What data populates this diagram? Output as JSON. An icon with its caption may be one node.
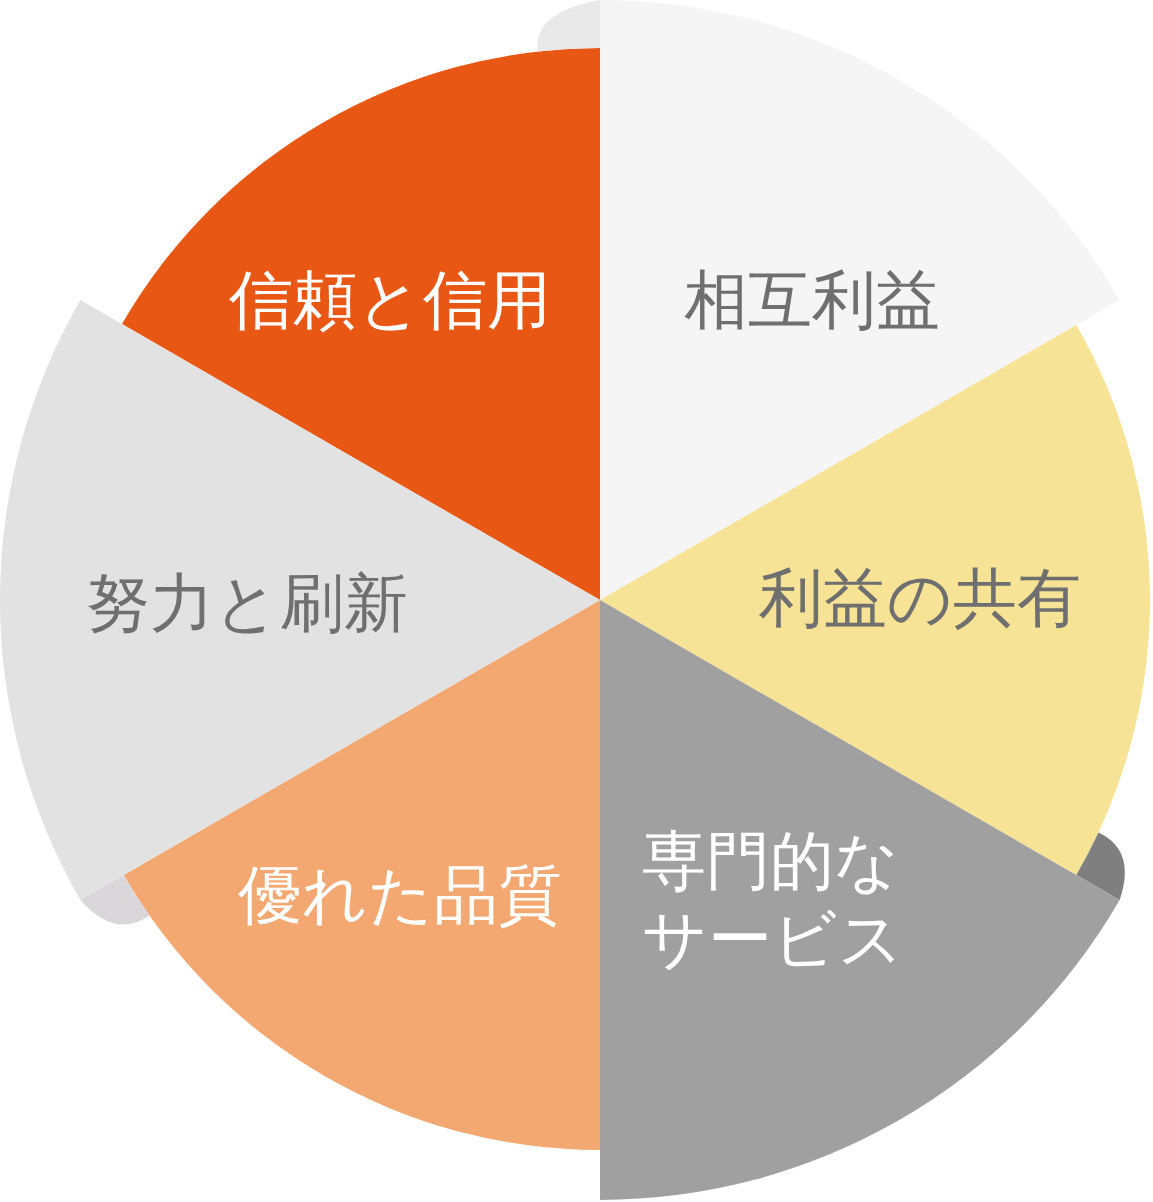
{
  "diagram": {
    "nodes": [
      {
        "text": [
          "信頼と信用"
        ]
      },
      {
        "text": [
          "相互利益"
        ]
      },
      {
        "text": [
          "利益の共有"
        ]
      },
      {
        "text": [
          "専門的なサービス"
        ]
      },
      {
        "text": [
          "優れた品質"
        ]
      },
      {
        "text": [
          "努力と刷新"
        ]
      }
    ]
  }
}
